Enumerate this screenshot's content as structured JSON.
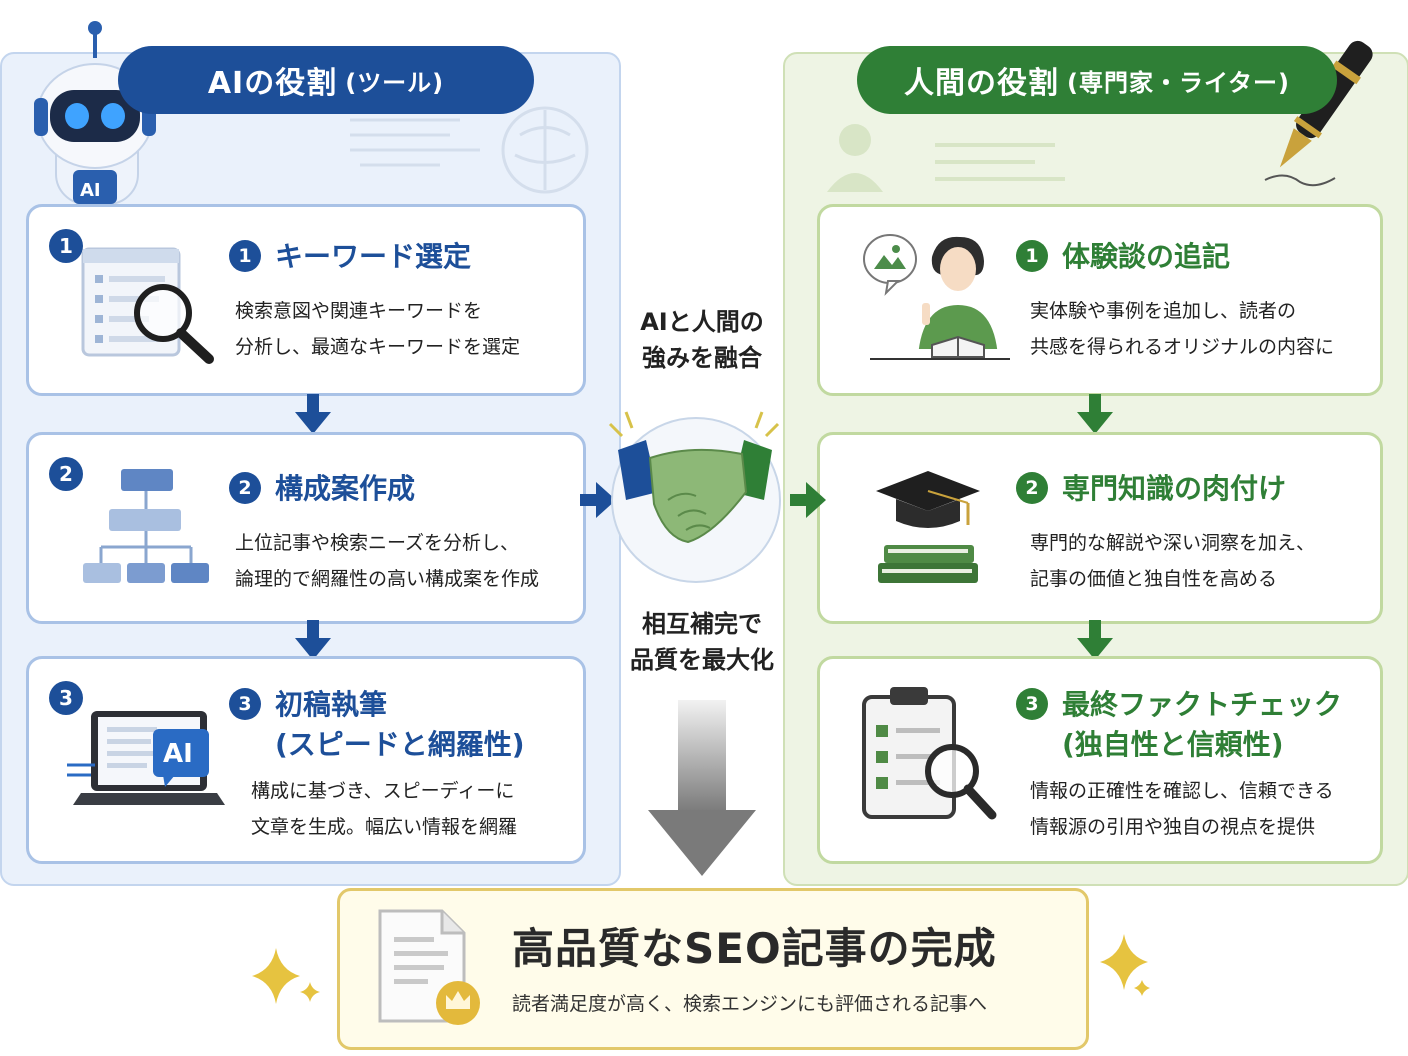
{
  "colors": {
    "ai_accent": "#1d4f99",
    "human_accent": "#2f7f36",
    "final_border": "#e2c86a"
  },
  "ai_side": {
    "banner_main": "AIの役割",
    "banner_sub": "(ツール)",
    "robot_badge": "AI",
    "steps": [
      {
        "num": "1",
        "title": "キーワード選定",
        "desc1": "検索意図や関連キーワードを",
        "desc2": "分析し、最適なキーワードを選定",
        "icon": "search-list-icon"
      },
      {
        "num": "2",
        "title": "構成案作成",
        "desc1": "上位記事や検索ニーズを分析し、",
        "desc2": "論理的で網羅性の高い構成案を作成",
        "icon": "flowchart-icon"
      },
      {
        "num": "3",
        "title1": "初稿執筆",
        "title2": "(スピードと網羅性)",
        "desc1": "構成に基づき、スピーディーに",
        "desc2": "文章を生成。幅広い情報を網羅",
        "icon": "laptop-ai-icon",
        "laptop_badge": "AI"
      }
    ]
  },
  "human_side": {
    "banner_main": "人間の役割",
    "banner_sub": "(専門家・ライター)",
    "steps": [
      {
        "num": "1",
        "title": "体験談の追記",
        "desc1": "実体験や事例を追加し、読者の",
        "desc2": "共感を得られるオリジナルの内容に",
        "icon": "person-writing-icon"
      },
      {
        "num": "2",
        "title": "専門知識の肉付け",
        "desc1": "専門的な解説や深い洞察を加え、",
        "desc2": "記事の価値と独自性を高める",
        "icon": "graduation-books-icon"
      },
      {
        "num": "3",
        "title1": "最終ファクトチェック",
        "title2": "(独自性と信頼性)",
        "desc1": "情報の正確性を確認し、信頼できる",
        "desc2": "情報源の引用や独自の視点を提供",
        "icon": "clipboard-check-icon"
      }
    ]
  },
  "center": {
    "top_line1": "AIと人間の",
    "top_line2": "強みを融合",
    "bottom_line1": "相互補完で",
    "bottom_line2": "品質を最大化",
    "icon": "handshake-icon"
  },
  "result": {
    "title": "高品質なSEO記事の完成",
    "subtitle": "読者満足度が高く、検索エンジンにも評価される記事へ",
    "icon": "document-crown-icon"
  }
}
